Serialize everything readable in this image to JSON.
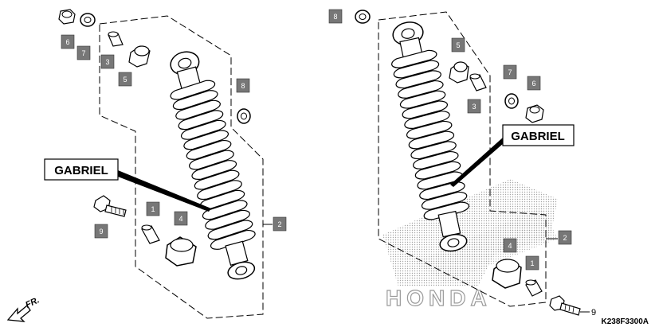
{
  "brand_label": "GABRIEL",
  "diagram_code": "K238F3300A",
  "direction_label": "FR.",
  "honda_watermark": "HONDA",
  "left_assembly": {
    "part_tags": [
      "6",
      "7",
      "3",
      "5",
      "8",
      "9",
      "1",
      "4",
      "2"
    ]
  },
  "right_assembly": {
    "part_tags": [
      "8",
      "5",
      "3",
      "7",
      "6",
      "4",
      "2",
      "1"
    ],
    "callout_9": "9"
  },
  "colors": {
    "tag_fill": "#777777",
    "line": "#000000",
    "watermark_dots": "#9a9a9a"
  }
}
